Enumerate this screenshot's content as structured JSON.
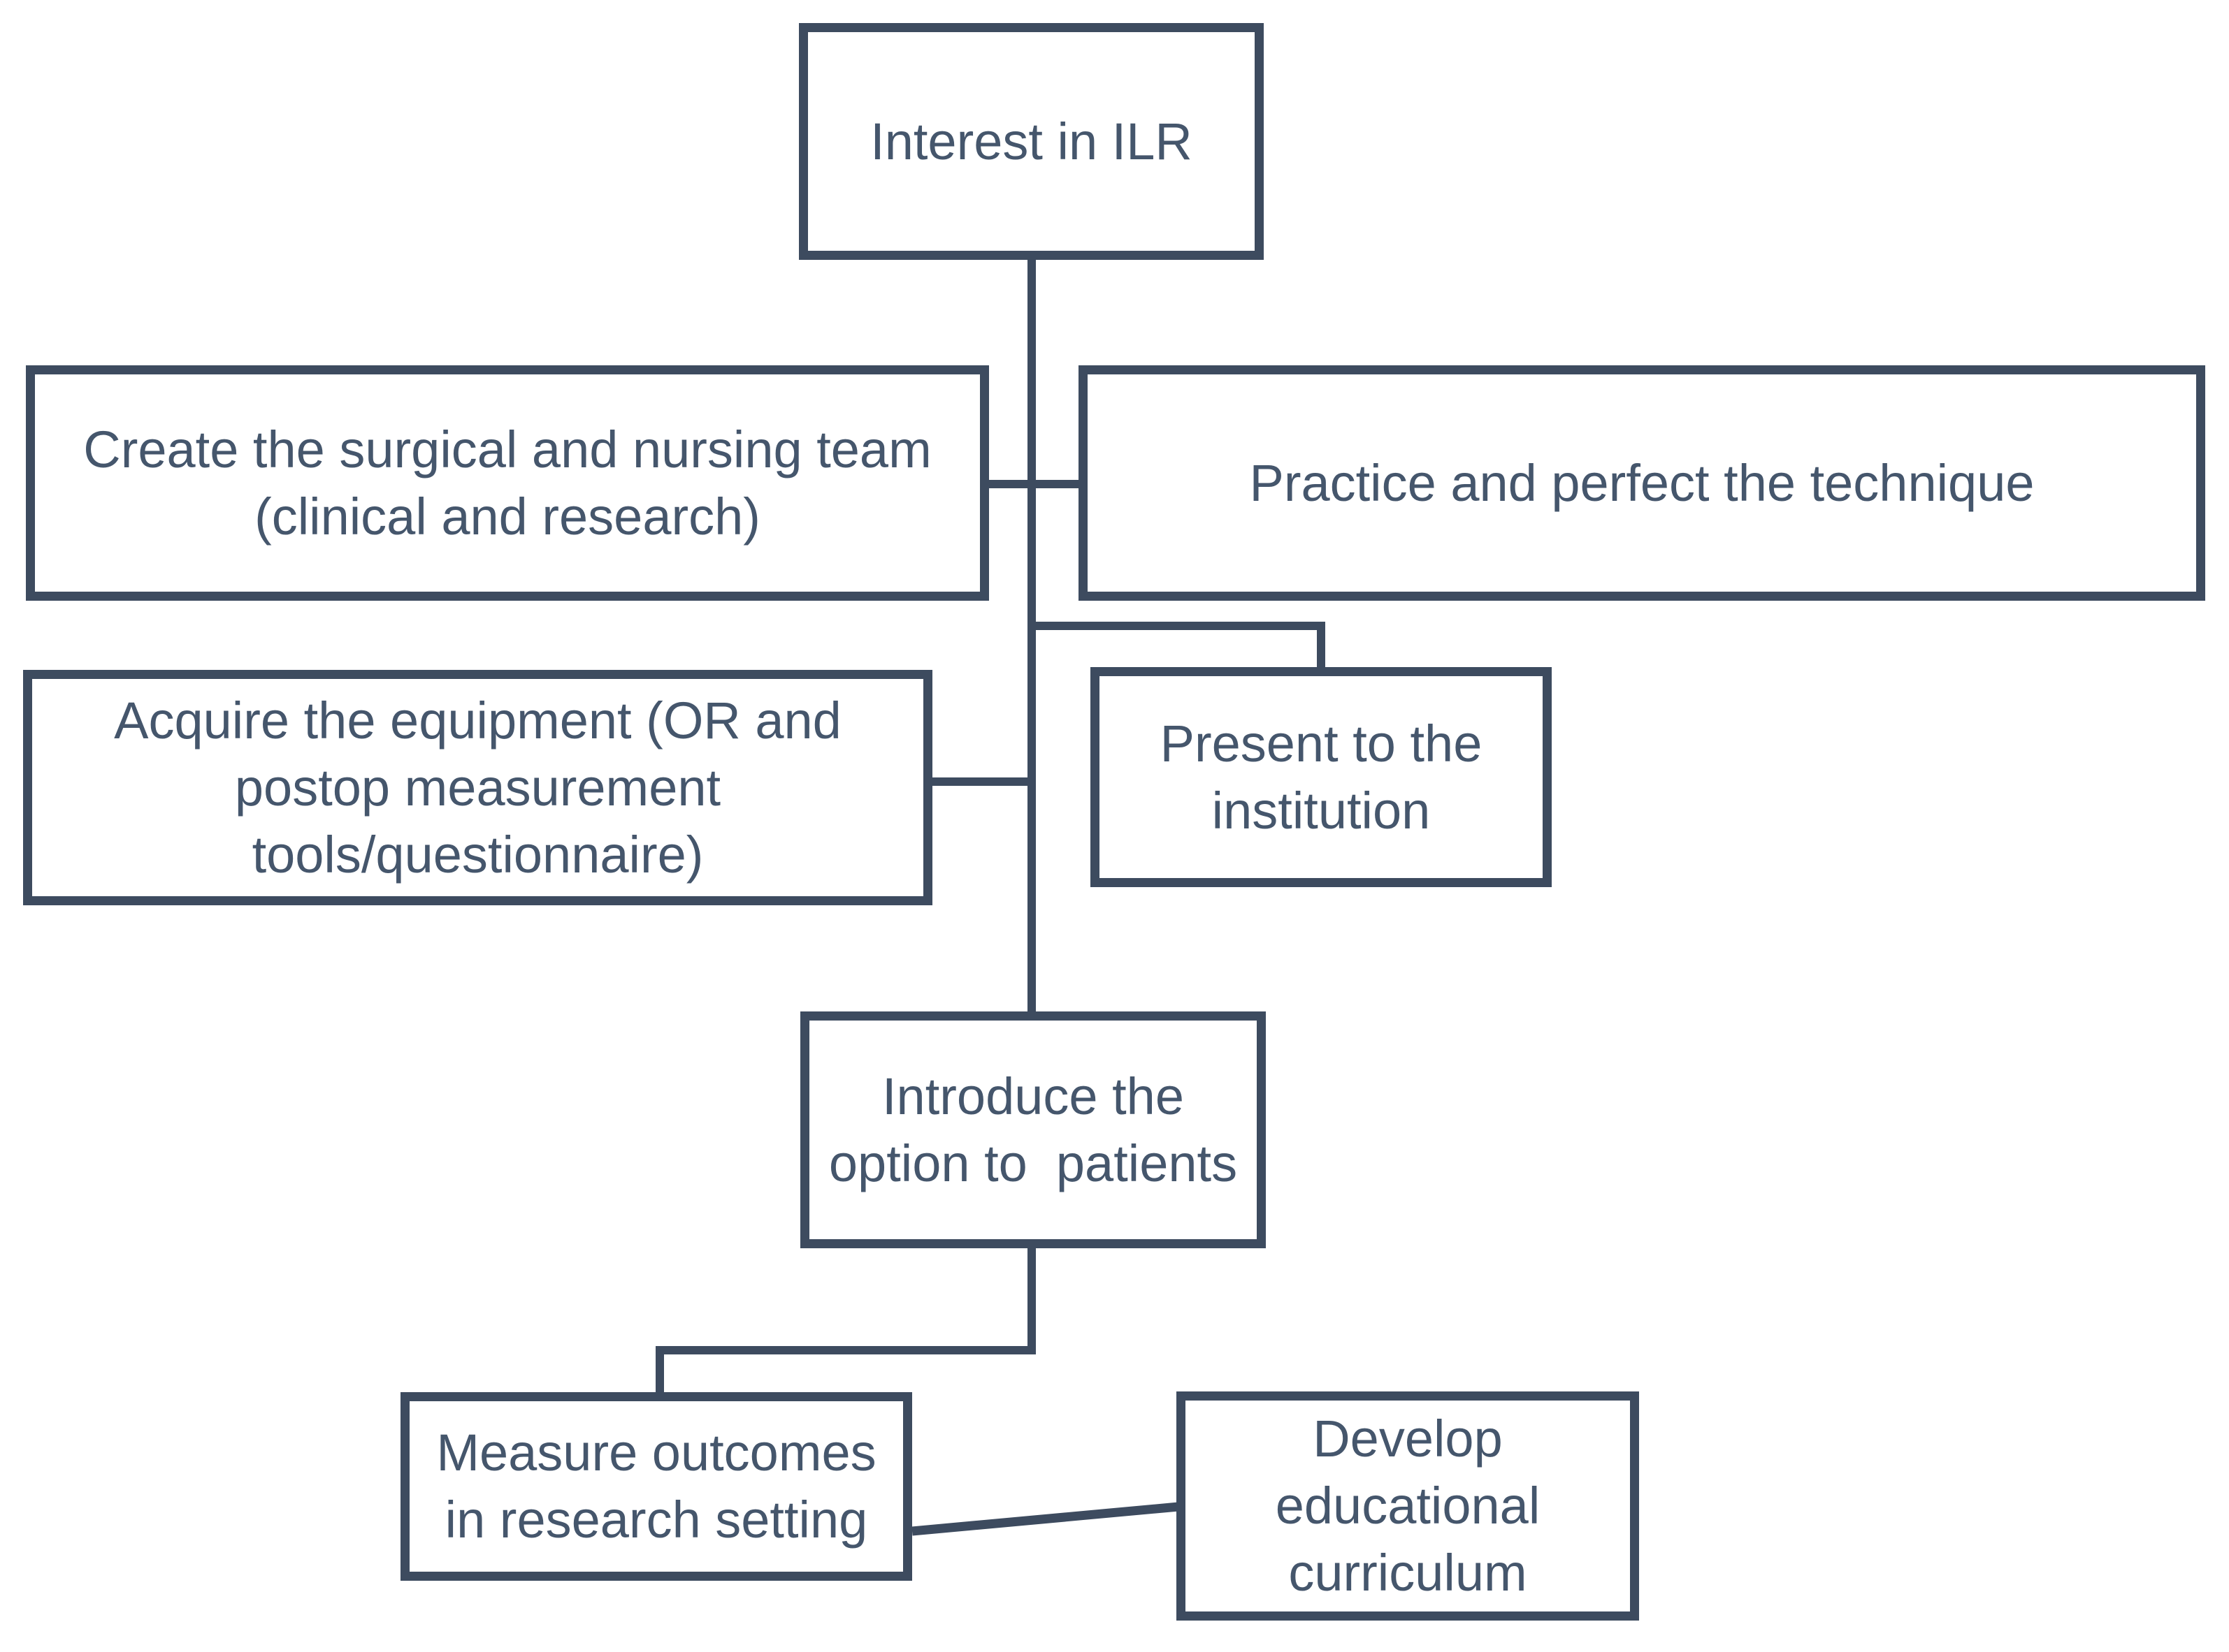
{
  "theme": {
    "line": "#3d4b5f",
    "text": "#45566c",
    "background": "#ffffff"
  },
  "nodes": {
    "interest": {
      "label": "Interest in ILR"
    },
    "create": {
      "label": "Create the surgical and nursing team\n(clinical and research)"
    },
    "practice": {
      "label": "Practice and perfect the technique"
    },
    "acquire": {
      "label": "Acquire the equipment (OR and\npostop measurement\ntools/questionnaire)"
    },
    "present": {
      "label": "Present to the\ninstitution"
    },
    "introduce": {
      "label": "Introduce the\noption to  patients"
    },
    "measure": {
      "label": "Measure outcomes\nin research setting"
    },
    "develop": {
      "label": "Develop\neducational\ncurriculum"
    }
  },
  "edges": [
    {
      "from": "interest",
      "to": "introduce",
      "via": "central-trunk"
    },
    {
      "from": "create",
      "to": "central-trunk"
    },
    {
      "from": "practice",
      "to": "central-trunk"
    },
    {
      "from": "acquire",
      "to": "central-trunk"
    },
    {
      "from": "central-trunk",
      "to": "present"
    },
    {
      "from": "introduce",
      "to": "measure"
    },
    {
      "from": "measure",
      "to": "develop"
    }
  ]
}
